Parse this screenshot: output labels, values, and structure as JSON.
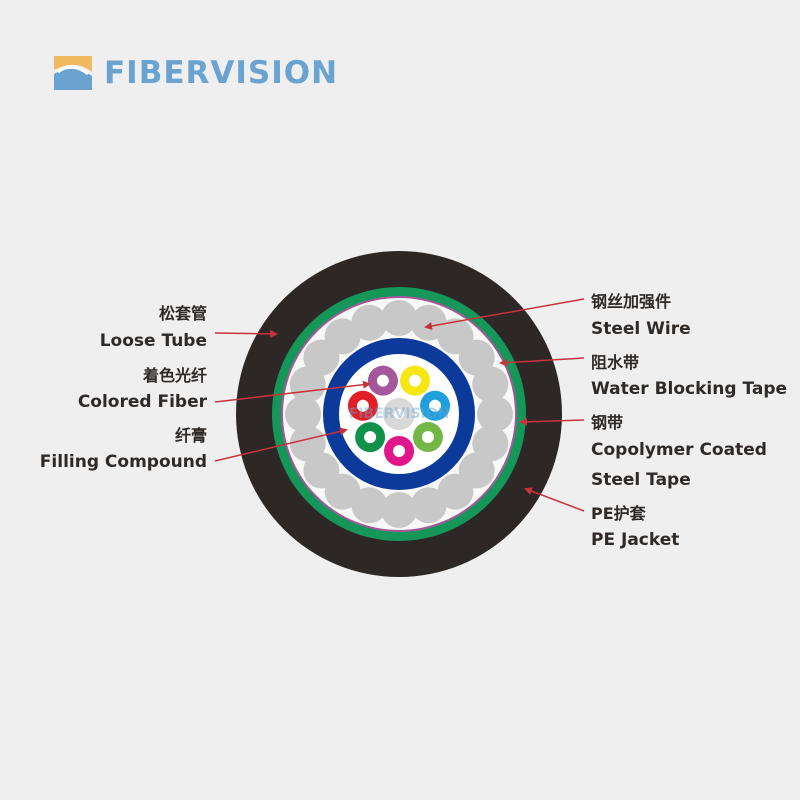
{
  "brand": {
    "name": "FIBERVISION",
    "watermark": "FIBERVISION",
    "logo_icon": "wave-tile-icon",
    "colors": {
      "primary": "#6aa3d0",
      "accent": "#f1b960"
    }
  },
  "labels_left": [
    {
      "zh": "松套管",
      "en": "Loose Tube"
    },
    {
      "zh": "着色光纤",
      "en": "Colored Fiber"
    },
    {
      "zh": "纤膏",
      "en": "Filling Compound"
    }
  ],
  "labels_right": [
    {
      "zh": "钢丝加强件",
      "en": "Steel Wire"
    },
    {
      "zh": "阻水带",
      "en": "Water Blocking Tape"
    },
    {
      "zh": "钢带",
      "en": "Copolymer Coated",
      "en2": "Steel Tape"
    },
    {
      "zh": "PE护套",
      "en": "PE Jacket"
    }
  ],
  "colors": {
    "jacket": "#2d2725",
    "steel_tape": "#16975a",
    "water_tape": "#a4579b",
    "filling": "#f8f8f6",
    "steel_wire": "#c8c8c8",
    "loose_tube": "#0b3a9a",
    "arrow": "#c8333b",
    "fibers": [
      "#a4579b",
      "#f5e614",
      "#1ea0dd",
      "#73b846",
      "#e0168a",
      "#10924a",
      "#e11f26"
    ]
  }
}
